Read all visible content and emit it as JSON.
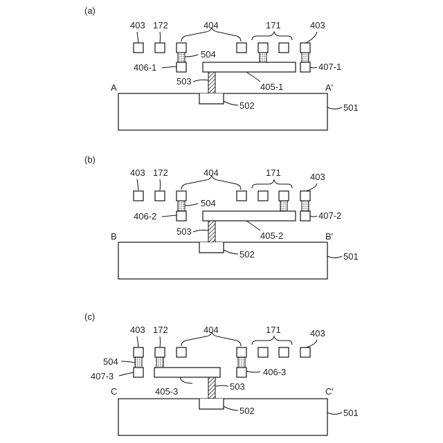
{
  "figure": {
    "panels": [
      {
        "label": "(a)",
        "section_left": "A",
        "section_right": "A'",
        "labels": {
          "l403_left": "403",
          "l172": "172",
          "l404": "404",
          "l171": "171",
          "l403_right": "403",
          "l504": "504",
          "l406": "406-1",
          "l407": "407-1",
          "l503": "503",
          "l405": "405-1",
          "l502": "502",
          "l501": "501"
        }
      },
      {
        "label": "(b)",
        "section_left": "B",
        "section_right": "B'",
        "labels": {
          "l403_left": "403",
          "l172": "172",
          "l404": "404",
          "l171": "171",
          "l403_right": "403",
          "l504": "504",
          "l406": "406-2",
          "l407": "407-2",
          "l503": "503",
          "l405": "405-2",
          "l502": "502",
          "l501": "501"
        }
      },
      {
        "label": "(c)",
        "section_left": "C",
        "section_right": "C'",
        "labels": {
          "l403_left": "403",
          "l172": "172",
          "l404": "404",
          "l171": "171",
          "l403_right": "403",
          "l504": "504",
          "l407": "407-3",
          "l406": "406-3",
          "l503": "503",
          "l405": "405-3",
          "l502": "502",
          "l501": "501"
        }
      }
    ]
  }
}
